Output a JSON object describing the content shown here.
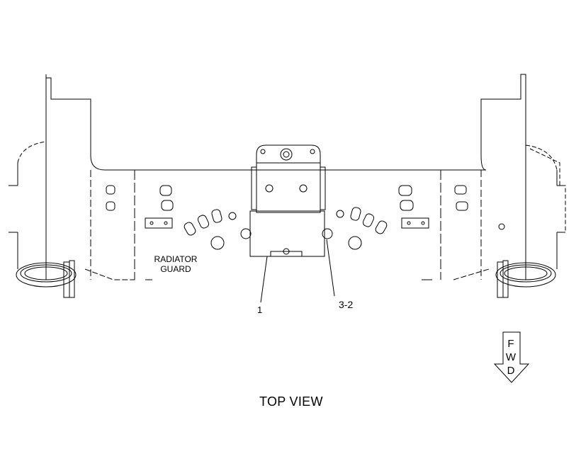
{
  "drawing": {
    "view_title": "TOP VIEW",
    "radiator_guard_label": [
      "RADIATOR",
      "GUARD"
    ],
    "callouts": {
      "part_1": "1",
      "part_3_2": "3-2"
    },
    "fwd_arrow": {
      "letters": [
        "F",
        "W",
        "D"
      ]
    }
  },
  "colors": {
    "line": "#000000",
    "background": "#ffffff"
  }
}
